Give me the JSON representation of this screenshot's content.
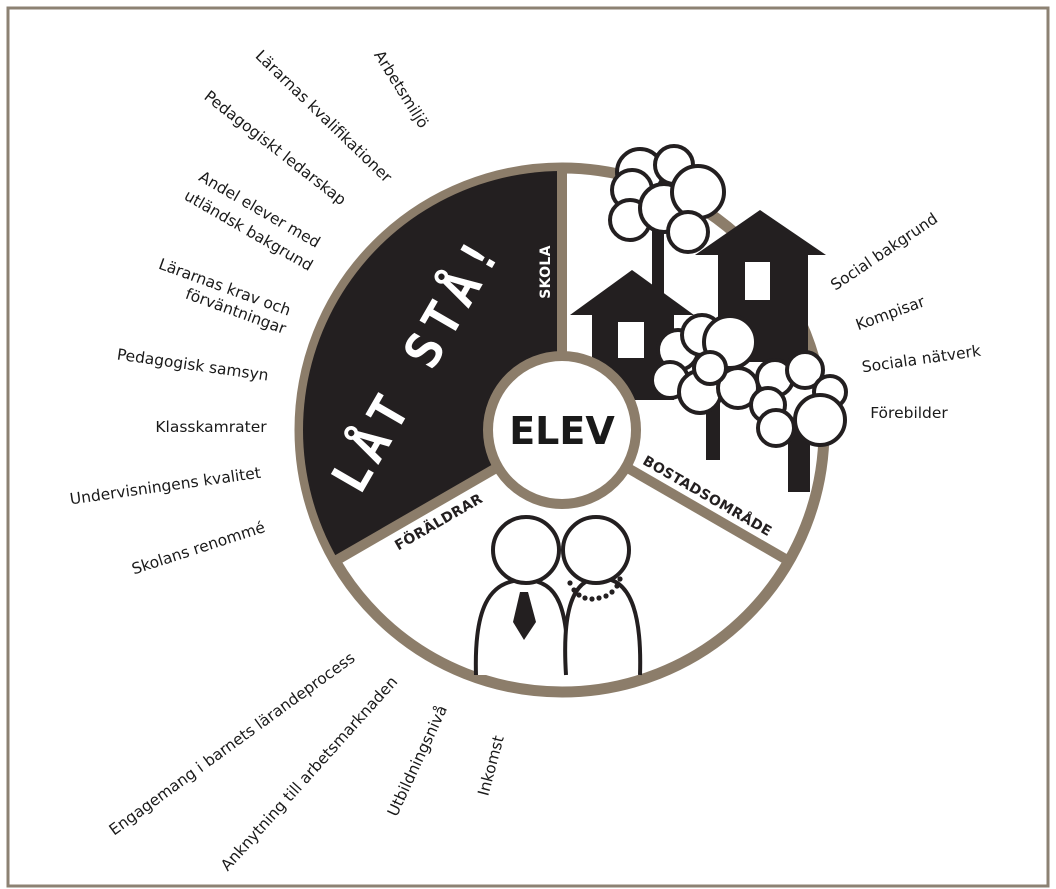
{
  "center": {
    "label": "ELEV"
  },
  "segments": {
    "skola": {
      "label": "SKOLA",
      "overlay_text": "LÅT STÅ!"
    },
    "bostadsomrade": {
      "label": "BOSTADSOMRÅDE"
    },
    "foraldrar": {
      "label": "FÖRÄLDRAR"
    }
  },
  "school_factors": [
    "Arbetsmiljö",
    "Lärarnas kvalifikationer",
    "Pedagogiskt ledarskap",
    "Andel elever med",
    "utländsk bakgrund",
    "Lärarnas krav och",
    "förväntningar",
    "Pedagogisk samsyn",
    "Klasskamrater",
    "Undervisningens kvalitet",
    "Skolans renommé"
  ],
  "neighborhood_factors": [
    "Social bakgrund",
    "Kompisar",
    "Sociala nätverk",
    "Förebilder"
  ],
  "parent_factors": [
    "Engagemang i barnets lärandeprocess",
    "Anknytning till arbetsmarknaden",
    "Utbildningsnivå",
    "Inkomst"
  ],
  "colors": {
    "ring": "#8c7d6a",
    "dark": "#231f20",
    "paper": "#ffffff",
    "frame": "#8c8273"
  },
  "icons": [
    "houses-icon",
    "trees-icon",
    "parents-icon",
    "tie-icon",
    "pearl-necklace-icon"
  ]
}
